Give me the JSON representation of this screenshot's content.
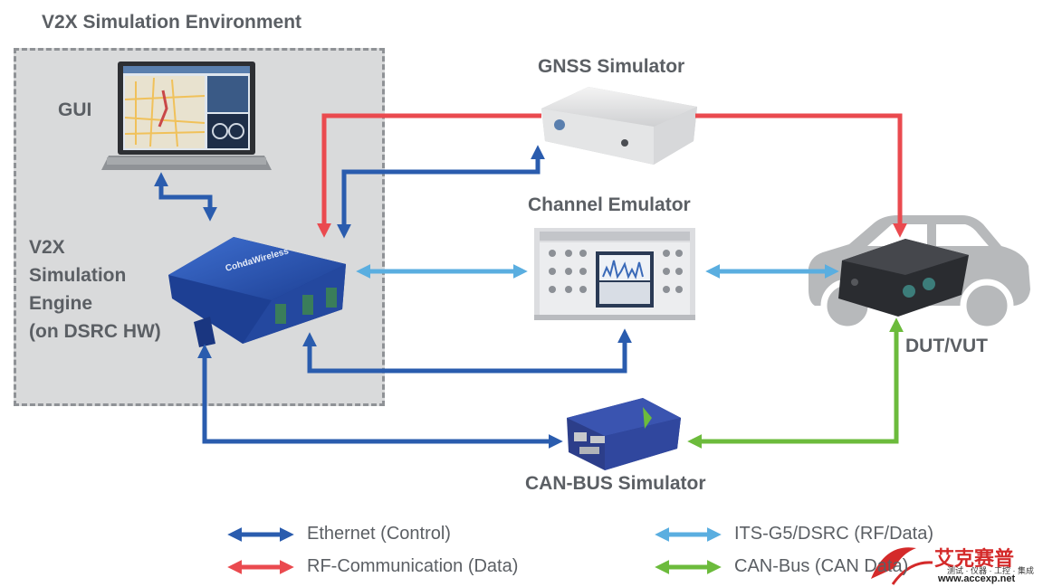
{
  "diagram": {
    "title": "V2X Simulation Environment",
    "gui_label": "GUI",
    "engine_label_lines": [
      "V2X",
      "Simulation",
      "Engine",
      "(on DSRC HW)"
    ],
    "gnss_label": "GNSS Simulator",
    "channel_label": "Channel Emulator",
    "dut_label": "DUT/VUT",
    "canbus_label": "CAN-BUS Simulator",
    "device_brand": "CohdaWireless"
  },
  "legend": {
    "items": [
      {
        "label": "Ethernet (Control)",
        "color": "#2a5cae"
      },
      {
        "label": "RF-Communication (Data)",
        "color": "#ea4a4f"
      },
      {
        "label": "ITS-G5/DSRC (RF/Data)",
        "color": "#5aaee0"
      },
      {
        "label": "CAN-Bus (CAN Data)",
        "color": "#6cbb3c"
      }
    ]
  },
  "watermark": {
    "brand": "艾克赛普",
    "tagline": "测试 · 仪器 · 工控 · 集成",
    "url": "www.accexp.net"
  },
  "colors": {
    "ethernet": "#2a5cae",
    "rf": "#ea4a4f",
    "its": "#5aaee0",
    "can": "#6cbb3c"
  }
}
